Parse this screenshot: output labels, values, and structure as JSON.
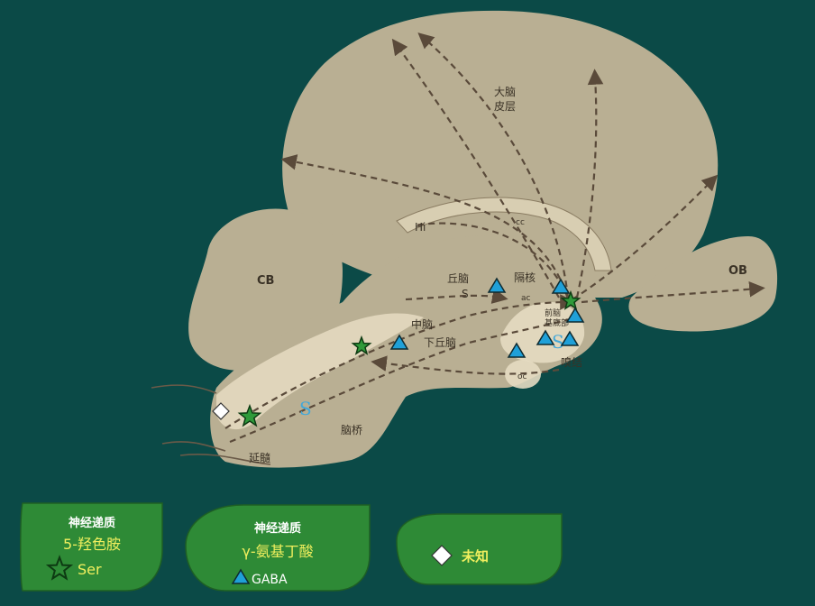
{
  "regions": {
    "cortex": "大脑\n皮层",
    "cb": "CB",
    "ob": "OB",
    "hi": "Hi",
    "cc": "cc",
    "thalamus": "丘脑",
    "s_small": "S",
    "septum": "隔核",
    "ac": "ac",
    "midbrain": "中脑",
    "hypothalamus": "下丘脑",
    "basal": "前脑\n基底部",
    "olfactory_tubercle": "嗅结",
    "oc": "oc",
    "pons": "脑桥",
    "medulla": "延髓",
    "s_marker_1": "S",
    "s_marker_2": "S"
  },
  "legend": {
    "serotonin": {
      "title": "神经递质",
      "name": "5-羟色胺",
      "abbr": "Ser"
    },
    "gaba": {
      "title": "神经递质",
      "name": "γ-氨基丁酸",
      "abbr": "GABA"
    },
    "unknown": {
      "name": "未知"
    }
  },
  "colors": {
    "background": "#0b4a47",
    "brain": "#b5aa8e",
    "brain_light": "#e6dcc2",
    "legend_fill": "#2e8a36",
    "legend_text_yellow": "#f1ef5e",
    "star_fill": "#2f9a3a",
    "triangle_fill": "#1fa0d8",
    "diamond_fill": "#ffffff",
    "s_marker": "#44a8d8"
  },
  "markers": {
    "stars": [
      "star",
      "star",
      "star"
    ],
    "triangles": [
      "triangle",
      "triangle",
      "triangle",
      "triangle",
      "triangle",
      "triangle",
      "triangle"
    ],
    "diamonds": [
      "diamond"
    ]
  }
}
